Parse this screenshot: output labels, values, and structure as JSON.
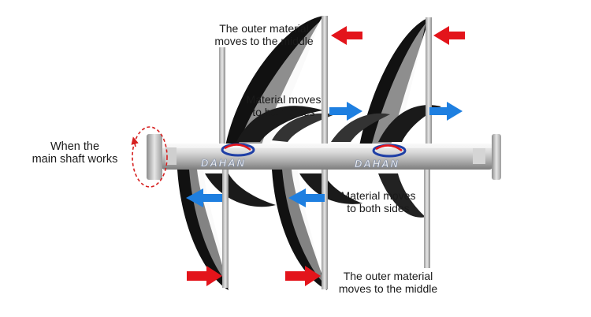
{
  "labels": {
    "top_outer": [
      "The outer material",
      "moves to the middle"
    ],
    "upper_both_sides": [
      "Material moves",
      "to both sides"
    ],
    "lower_both_sides": [
      "Material moves",
      "to both sides"
    ],
    "bottom_outer": [
      "The outer material",
      "moves to the middle"
    ],
    "main_shaft": [
      "When the",
      "main shaft works"
    ]
  },
  "logo": {
    "brand": "DAHAN"
  },
  "colors": {
    "inward_arrow": "#e3141b",
    "outward_arrow": "#1e7fe0",
    "ribbon": "#111111",
    "shaft": "#bdbdbd",
    "rotation_indicator": "#d62020"
  },
  "icons": {
    "inward_arrow": "arrow-right-icon",
    "outward_arrow_right": "arrow-right-icon",
    "outward_arrow_left": "arrow-left-icon",
    "rotation": "rotation-indicator-icon"
  }
}
